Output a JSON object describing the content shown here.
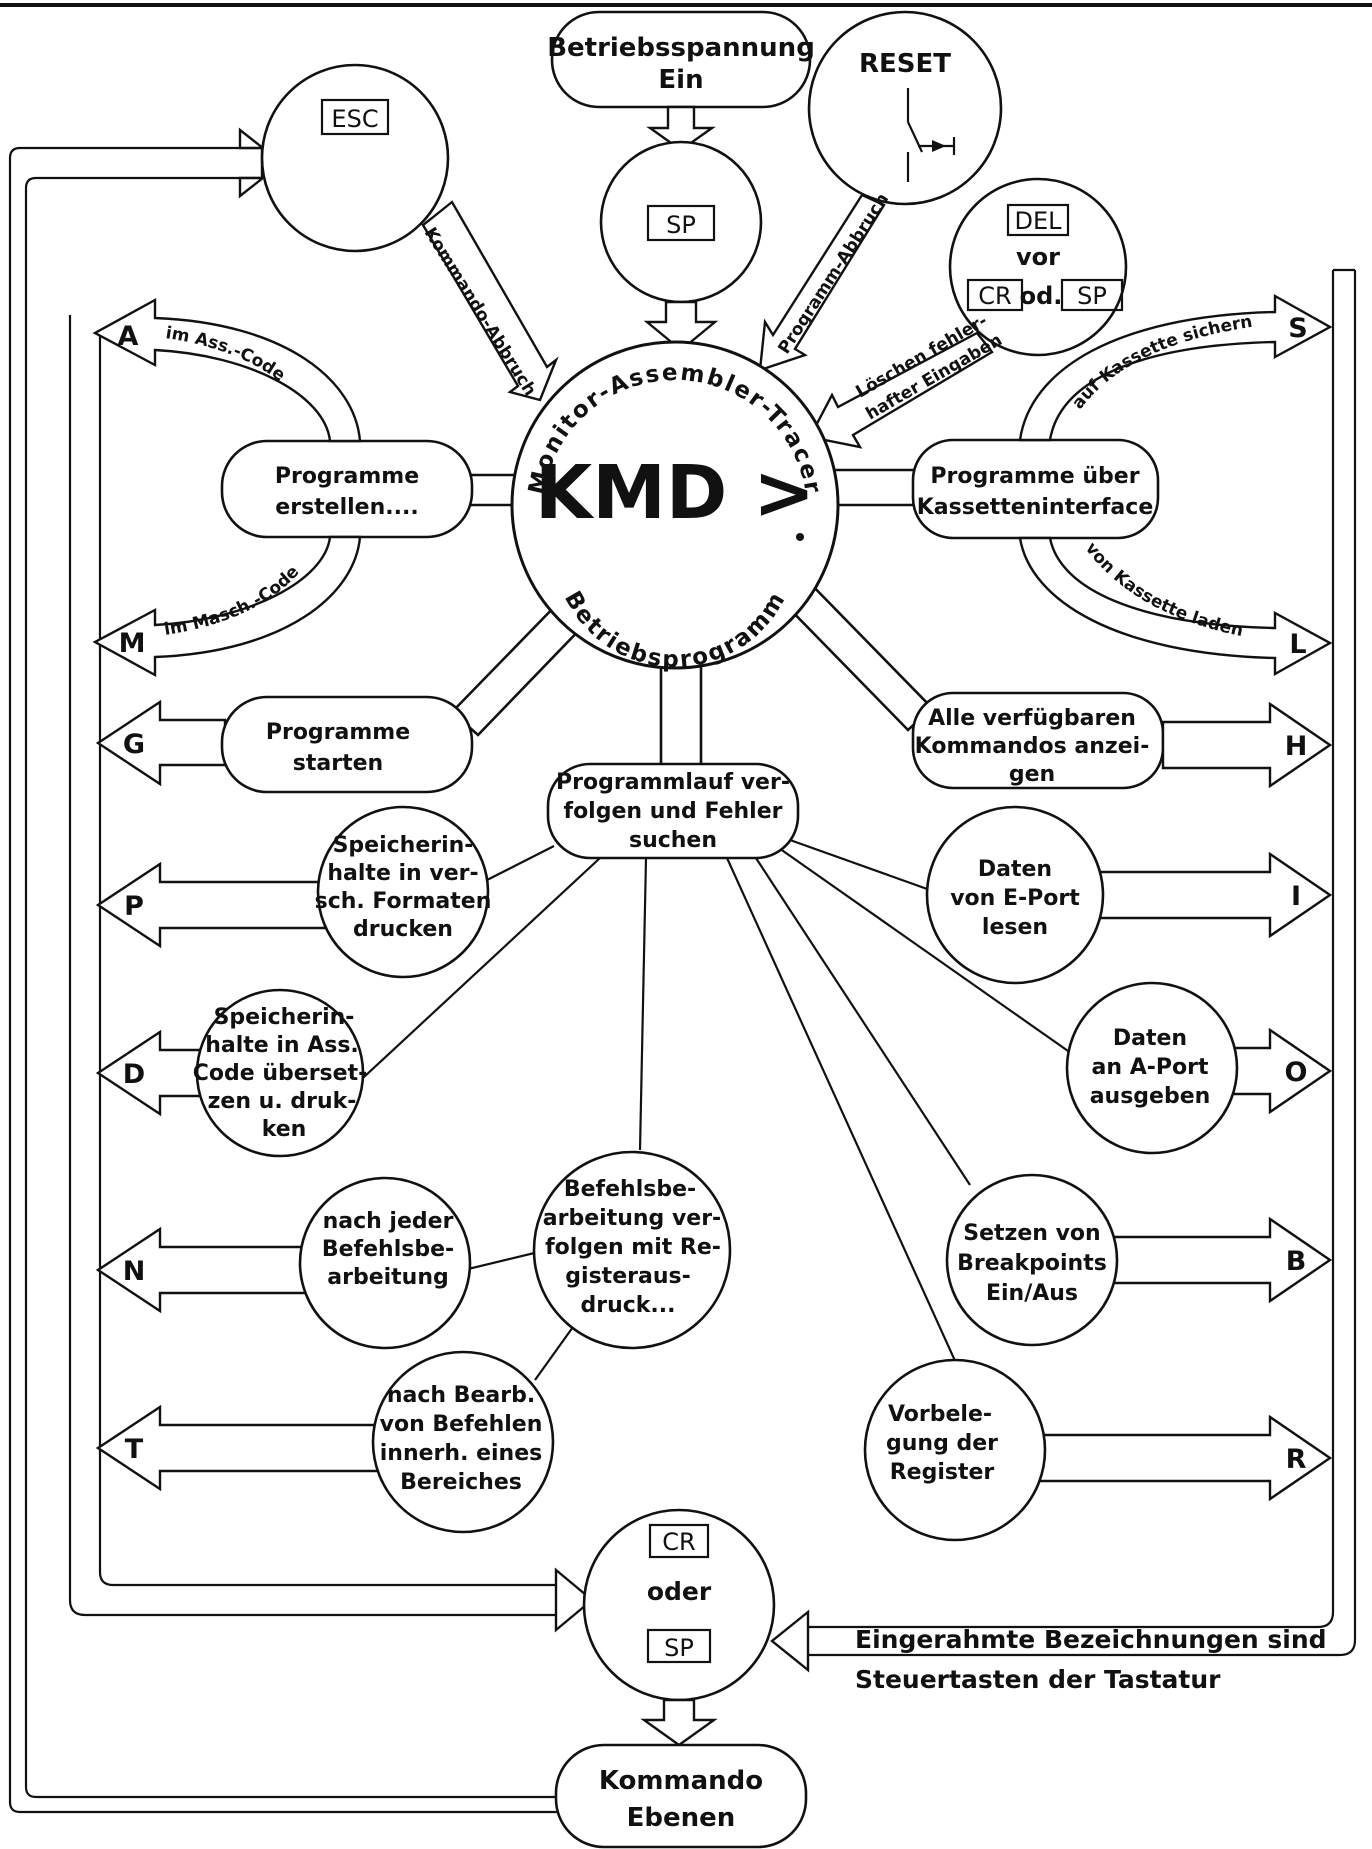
{
  "center": {
    "title": "KMD >",
    "ring_top": "Monitor-Assembler-Tracer",
    "ring_bottom": "Betriebsprogramm"
  },
  "top": {
    "power": [
      "Betriebsspannung",
      "Ein"
    ],
    "sp_key": "SP",
    "esc_key": "ESC",
    "esc_arrow": "Kommando-Abbruch",
    "reset": "RESET",
    "reset_arrow": "Programm-Abbruch",
    "del_key": "DEL",
    "del_vor": "vor",
    "del_cr": "CR",
    "del_od": "od.",
    "del_sp": "SP",
    "del_arrow": [
      "Löschen fehler-",
      "hafter Eingaben"
    ]
  },
  "left": {
    "create": [
      "Programme",
      "erstellen...."
    ],
    "a_key": "A",
    "a_text": "im Ass.-Code",
    "m_key": "M",
    "m_text": "im Masch.-Code",
    "start": [
      "Programme",
      "starten"
    ],
    "g_key": "G"
  },
  "right": {
    "cassette": [
      "Programme über",
      "Kassetteninterface"
    ],
    "s_key": "S",
    "s_text": "auf Kassette sichern",
    "l_key": "L",
    "l_text": "von Kassette laden",
    "commands": [
      "Alle verfügbaren",
      "Kommandos anzei-",
      "gen"
    ],
    "h_key": "H"
  },
  "trace": [
    "Programmlauf ver-",
    "folgen und Fehler",
    "suchen"
  ],
  "circles": {
    "p": [
      "Speicherin-",
      "halte in ver-",
      "sch. Formaten",
      "drucken"
    ],
    "p_key": "P",
    "d": [
      "Speicherin-",
      "halte in Ass.",
      "Code überset-",
      "zen u. druk-",
      "ken"
    ],
    "d_key": "D",
    "n": [
      "nach jeder",
      "Befehlsbe-",
      "arbeitung"
    ],
    "n_key": "N",
    "reg": [
      "Befehlsbe-",
      "arbeitung ver-",
      "folgen mit Re-",
      "gisteraus-",
      "druck..."
    ],
    "t": [
      "nach Bearb.",
      "von Befehlen",
      "innerh. eines",
      "Bereiches"
    ],
    "t_key": "T",
    "i": [
      "Daten",
      "von E-Port",
      "lesen"
    ],
    "i_key": "I",
    "o": [
      "Daten",
      "an A-Port",
      "ausgeben"
    ],
    "o_key": "O",
    "b": [
      "Setzen von",
      "Breakpoints",
      "Ein/Aus"
    ],
    "b_key": "B",
    "r": [
      "Vorbele-",
      "gung der",
      "Register"
    ],
    "r_key": "R"
  },
  "bottom": {
    "cr_key": "CR",
    "oder": "oder",
    "sp_key": "SP",
    "levels": [
      "Kommando",
      "Ebenen"
    ]
  },
  "note": [
    "Eingerahmte Bezeichnungen sind",
    "Steuertasten der Tastatur"
  ]
}
